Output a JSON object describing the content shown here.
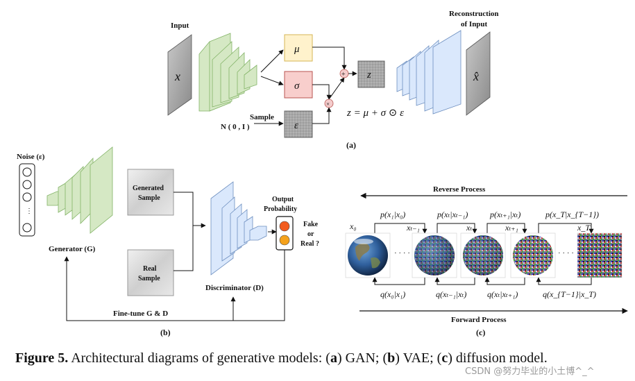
{
  "vae": {
    "input_title": "Input",
    "input_symbol": "x",
    "mu": "μ",
    "sigma": "σ",
    "epsilon": "ε",
    "z": "z",
    "recon_title_1": "Reconstruction",
    "recon_title_2": "of Input",
    "xhat": "x̂",
    "sample_label": "Sample",
    "normal_label": "N ( 0 , I )",
    "equation": "z = μ + σ ⊙ ε",
    "panel_label": "(a)"
  },
  "gan": {
    "noise_label": "Noise (ε)",
    "generator_label": "Generator (G)",
    "generated_sample_1": "Generated",
    "generated_sample_2": "Sample",
    "real_sample_1": "Real",
    "real_sample_2": "Sample",
    "discriminator_label": "Discriminator (D)",
    "output_1": "Output",
    "output_2": "Probability",
    "fake_1": "Fake",
    "fake_2": "or",
    "fake_3": "Real ?",
    "finetune_label": "Fine-tune G & D",
    "panel_label": "(b)"
  },
  "diffusion": {
    "reverse_label": "Reverse Process",
    "forward_label": "Forward Process",
    "x0": "x₀",
    "xt_minus_1": "xₜ₋₁",
    "xt": "xₜ",
    "xt_plus_1": "xₜ₊₁",
    "xT": "x_T",
    "p1": "p(x₁|x₀)",
    "p2": "p(xₜ|xₜ₋₁)",
    "p3": "p(xₜ₊₁|xₜ)",
    "p4": "p(x_T|x_{T−1})",
    "q1": "q(x₀|x₁)",
    "q2": "q(xₜ₋₁|xₜ)",
    "q3": "q(xₜ|xₜ₊₁)",
    "q4": "q(x_{T−1}|x_T)",
    "dots": "· · · ·",
    "panel_label": "(c)"
  },
  "caption": {
    "figure": "Figure 5.",
    "text_1": " Architectural diagrams of generative models: (",
    "a": "a",
    "text_2": ") GAN; (",
    "b": "b",
    "text_3": ") VAE; (",
    "c": "c",
    "text_4": ") diffusion model."
  },
  "watermark": "CSDN @努力毕业的小土博^_^",
  "colors": {
    "green_fill": "#d5e8c4",
    "green_stroke": "#82b366",
    "blue_fill": "#dae8fc",
    "blue_stroke": "#6c8ebf",
    "mu_fill": "#fff2cc",
    "mu_stroke": "#d6b656",
    "sigma_fill": "#f8cecc",
    "sigma_stroke": "#b85450",
    "gray_fill": "#9e9e9e",
    "light_red": "#f4cccc",
    "red_light": "#f25c1f",
    "orange_light": "#f5a21c"
  }
}
